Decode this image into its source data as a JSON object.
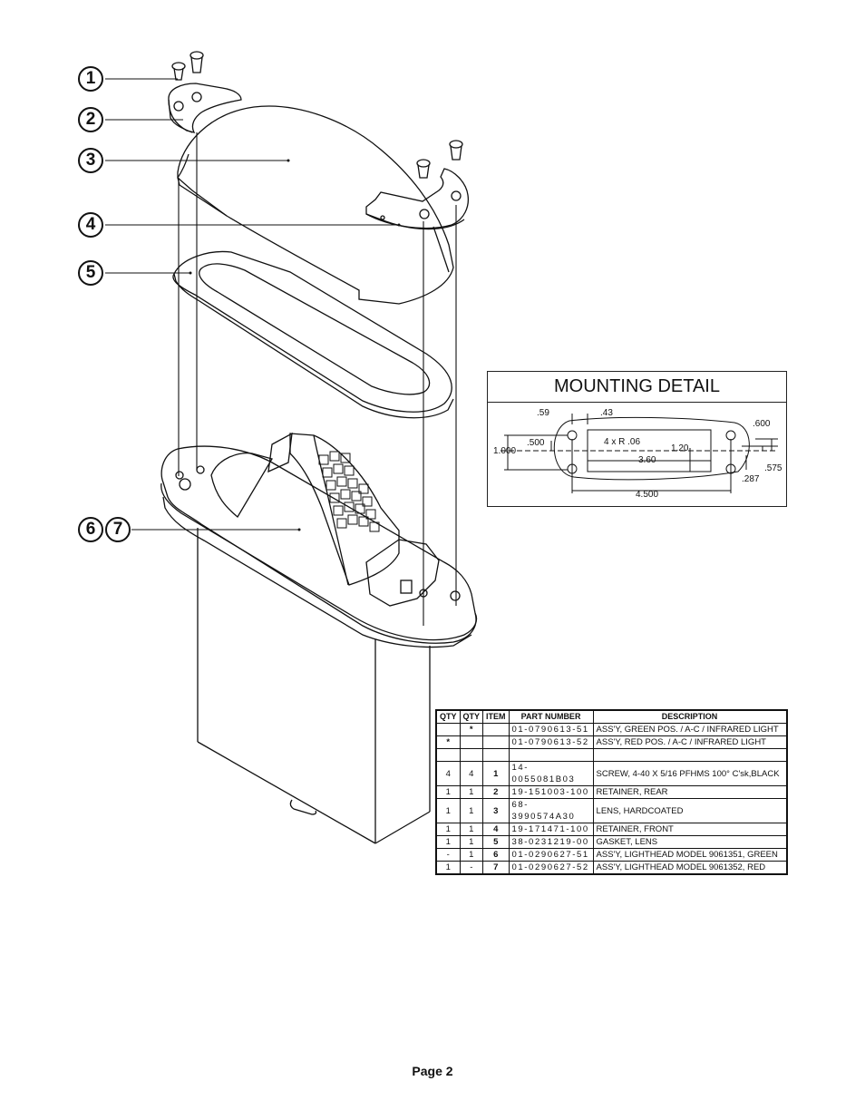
{
  "callouts": [
    "1",
    "2",
    "3",
    "4",
    "5",
    "6",
    "7"
  ],
  "mounting_detail": {
    "title": "MOUNTING DETAIL",
    "dims": {
      "d59": ".59",
      "d43": ".43",
      "d600": ".600",
      "d500": ".500",
      "d4xr": "4 x R .06",
      "d1000": "1.000",
      "d120": "1.20",
      "d360": "3.60",
      "d575": ".575",
      "d287": ".287",
      "d4500": "4.500"
    }
  },
  "parts_table": {
    "headers": [
      "QTY",
      "QTY",
      "ITEM",
      "PART NUMBER",
      "DESCRIPTION"
    ],
    "rows": [
      [
        "",
        "*",
        "",
        "01-0790613-51",
        "ASS'Y, GREEN POS. / A-C / INFRARED LIGHT"
      ],
      [
        "*",
        "",
        "",
        "01-0790613-52",
        "ASS'Y, RED POS. / A-C / INFRARED LIGHT"
      ],
      [
        "",
        "",
        "",
        "",
        ""
      ],
      [
        "4",
        "4",
        "1",
        "14-0055081B03",
        "SCREW, 4-40 X 5/16 PFHMS 100° C'sk,BLACK"
      ],
      [
        "1",
        "1",
        "2",
        "19-151003-100",
        "RETAINER, REAR"
      ],
      [
        "1",
        "1",
        "3",
        "68-3990574A30",
        "LENS, HARDCOATED"
      ],
      [
        "1",
        "1",
        "4",
        "19-171471-100",
        "RETAINER, FRONT"
      ],
      [
        "1",
        "1",
        "5",
        "38-0231219-00",
        "GASKET, LENS"
      ],
      [
        "-",
        "1",
        "6",
        "01-0290627-51",
        "ASS'Y, LIGHTHEAD MODEL 9061351, GREEN"
      ],
      [
        "1",
        "-",
        "7",
        "01-0290627-52",
        "ASS'Y, LIGHTHEAD MODEL 9061352, RED"
      ]
    ]
  },
  "footer": {
    "page": "Page 2"
  }
}
